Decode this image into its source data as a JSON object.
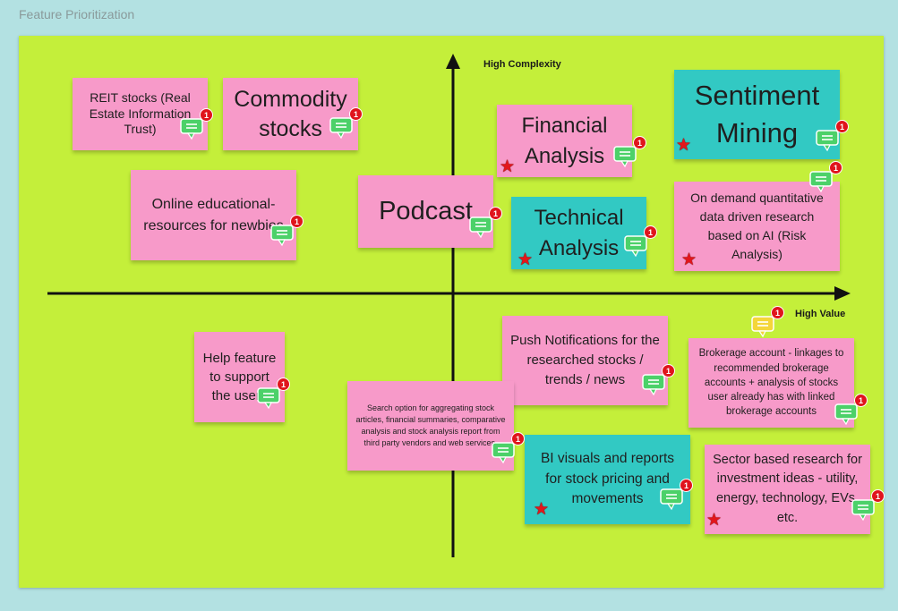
{
  "frame": {
    "title": "Feature Prioritization"
  },
  "axes": {
    "y_label": "High Complexity",
    "x_label": "High Value"
  },
  "colors": {
    "board": "#c4ef3a",
    "pink_note": "#f79ac9",
    "teal_note": "#32c9c3",
    "comment_green": "#4cd169",
    "comment_yellow": "#f4d63a",
    "star_red": "#e3161b",
    "badge_red": "#e0141c"
  },
  "notes": [
    {
      "id": "reit",
      "text": "REIT stocks (Real Estate Information Trust)",
      "color": "pink",
      "starred": false,
      "comments": "1"
    },
    {
      "id": "commodity",
      "text": "Commodity stocks",
      "color": "pink",
      "starred": false,
      "comments": "1"
    },
    {
      "id": "financial",
      "text": "Financial Analysis",
      "color": "pink",
      "starred": true,
      "comments": "1"
    },
    {
      "id": "sentiment",
      "text": "Sentiment Mining",
      "color": "teal",
      "starred": true,
      "comments": "1"
    },
    {
      "id": "education",
      "text": "Online educational- resources for newbies",
      "color": "pink",
      "starred": false,
      "comments": "1"
    },
    {
      "id": "podcast",
      "text": "Podcast",
      "color": "pink",
      "starred": false,
      "comments": "1"
    },
    {
      "id": "technical",
      "text": "Technical Analysis",
      "color": "teal",
      "starred": true,
      "comments": "1"
    },
    {
      "id": "ondemand",
      "text": "On demand quantitative data driven research based on AI (Risk Analysis)",
      "color": "pink",
      "starred": true,
      "comments": "1"
    },
    {
      "id": "help",
      "text": "Help feature to support the users",
      "color": "pink",
      "starred": false,
      "comments": "1"
    },
    {
      "id": "push",
      "text": "Push Notifications for the researched stocks / trends / news",
      "color": "pink",
      "starred": false,
      "comments": "1"
    },
    {
      "id": "brokerage",
      "text": "Brokerage account - linkages to recommended brokerage accounts + analysis of stocks user already has with linked brokerage accounts",
      "color": "pink",
      "starred": false,
      "comments": "1"
    },
    {
      "id": "search",
      "text": "Search option for aggregating  stock articles, financial summaries, comparative analysis and stock analysis report from third party vendors and web services.",
      "color": "pink",
      "starred": false,
      "comments": "1"
    },
    {
      "id": "bi",
      "text": "BI visuals and reports for stock pricing and movements",
      "color": "teal",
      "starred": true,
      "comments": "1"
    },
    {
      "id": "sector",
      "text": "Sector based research for investment ideas - utility, energy, technology, EVs, etc.",
      "color": "pink",
      "starred": true,
      "comments": "1"
    }
  ],
  "floating_comments": [
    {
      "id": "board-comment",
      "color": "yellow",
      "count": "1"
    }
  ],
  "icons": {
    "comment": "speech-bubble-icon",
    "star": "star-icon"
  }
}
